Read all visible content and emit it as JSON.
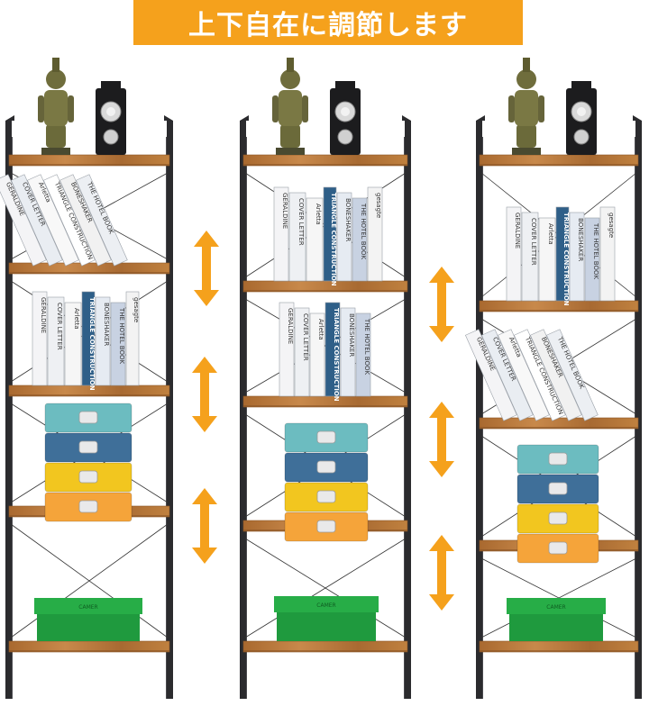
{
  "banner": {
    "text": "上下自在に調節します"
  },
  "colors": {
    "banner": "#f5a11c",
    "arrow": "#f5a11c",
    "frame": "#2b2b2e",
    "wood": "#b9783d",
    "wood_dark": "#8a5526",
    "drawer_teal": "#6cbcc0",
    "drawer_blue": "#3f6f99",
    "drawer_yellow": "#f2c61f",
    "drawer_orange": "#f5a43a",
    "green_box": "#1f9a3e",
    "statue": "#6b6a3a"
  },
  "books": {
    "spine_titles": [
      "GERALDINE",
      "COVER LETTER",
      "Arletta",
      "TRIANGLE CONSTRUCTION",
      "BONESHAKER",
      "THE HOTEL BOOK",
      "gesagte"
    ]
  },
  "box_label": "CAMER",
  "icons": [
    "knight-statue-icon",
    "vintage-speaker-icon",
    "double-arrow-icon"
  ]
}
